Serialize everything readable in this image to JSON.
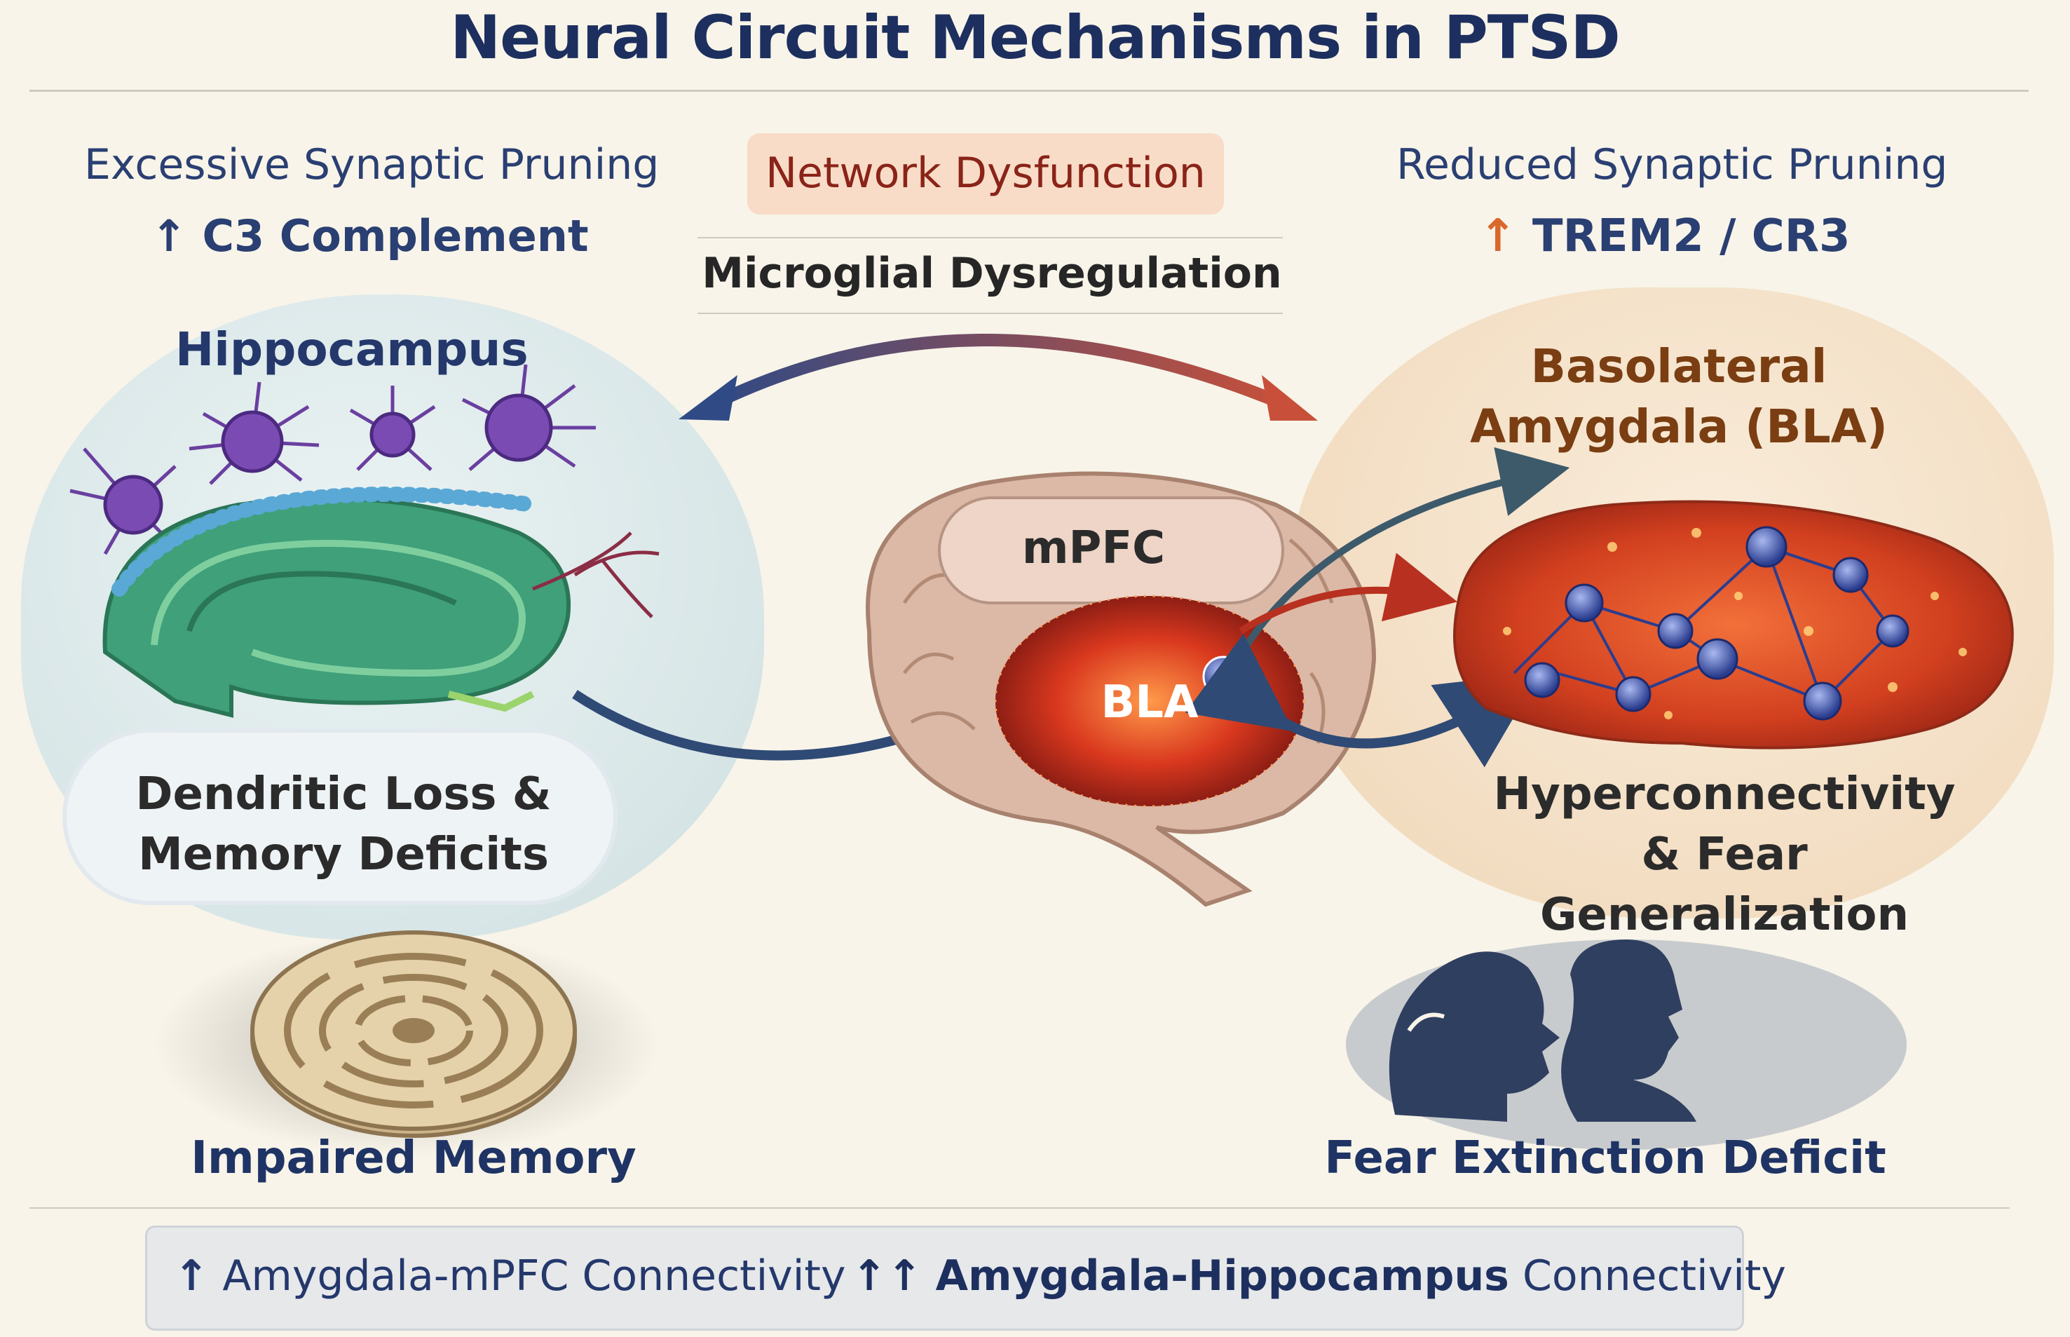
{
  "title": "Neural Circuit Mechanisms in PTSD",
  "left_header": {
    "line1_prefix": "Excessive",
    "line1_bold": "Synaptic",
    "line1_suffix": "Pruning",
    "arrow": "↑",
    "line2": "C3 Complement"
  },
  "center_header": {
    "network": "Network Dysfunction",
    "microglial": "Microglial Dysregulation"
  },
  "right_header": {
    "line1": "Reduced Synaptic Pruning",
    "arrow": "↑",
    "line2": "TREM2 / CR3"
  },
  "left_panel": {
    "region": "Hippocampus",
    "effect": "Dendritic Loss & Memory Deficits",
    "outcome": "Impaired Memory"
  },
  "center_panel": {
    "mpfc": "mPFC",
    "bla": "BLA"
  },
  "right_panel": {
    "region": "Basolateral Amygdala (BLA)",
    "effect": "Hyperconnectivity & Fear Generalization",
    "outcome": "Fear Extinction Deficit"
  },
  "bottom": {
    "arrow1": "↑",
    "item1": "Amygdala-mPFC Connectivity",
    "arrow2": "↑↑",
    "item2_bold": "Amygdala-Hippocampus",
    "item2_suffix": "Connectivity"
  },
  "colors": {
    "navy": "#1d2f5e",
    "red": "#c0392b",
    "orange": "#d9682b",
    "purple": "#6a3fa0",
    "green": "#3aa272"
  },
  "icons": [
    "microglia-icon",
    "maze-icon",
    "faces-silhouette-icon",
    "neuron-icon"
  ]
}
